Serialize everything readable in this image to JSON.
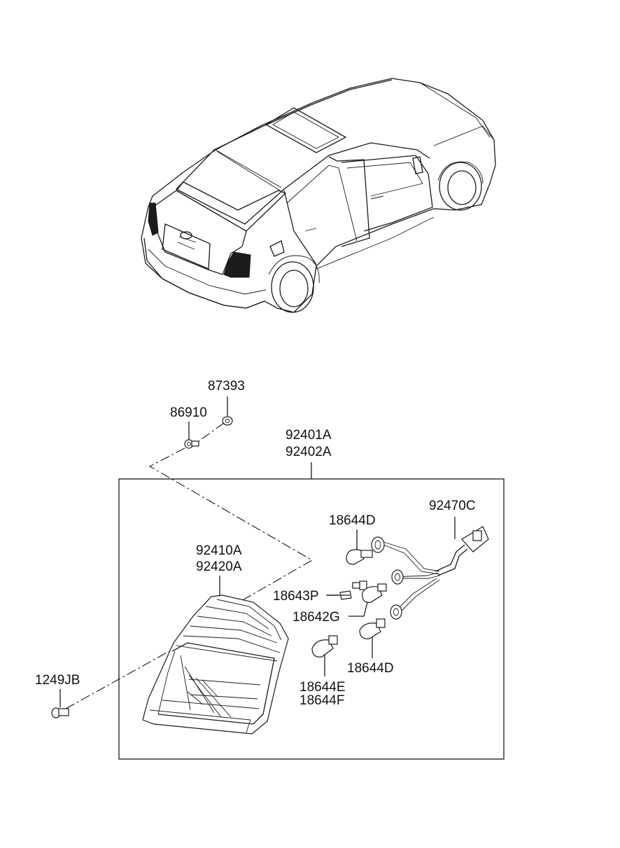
{
  "labels": {
    "p87393": "87393",
    "p86910": "86910",
    "p92401A": "92401A",
    "p92402A": "92402A",
    "p92470C": "92470C",
    "p18644D_top": "18644D",
    "p92410A": "92410A",
    "p92420A": "92420A",
    "p18643P": "18643P",
    "p18642G": "18642G",
    "p18644D_bottom": "18644D",
    "p1249JB": "1249JB",
    "p18644E": "18644E",
    "p18644F": "18644F"
  },
  "colors": {
    "line": "#1a1a1a",
    "dark_fill": "#1c1c1c",
    "background": "#ffffff"
  }
}
